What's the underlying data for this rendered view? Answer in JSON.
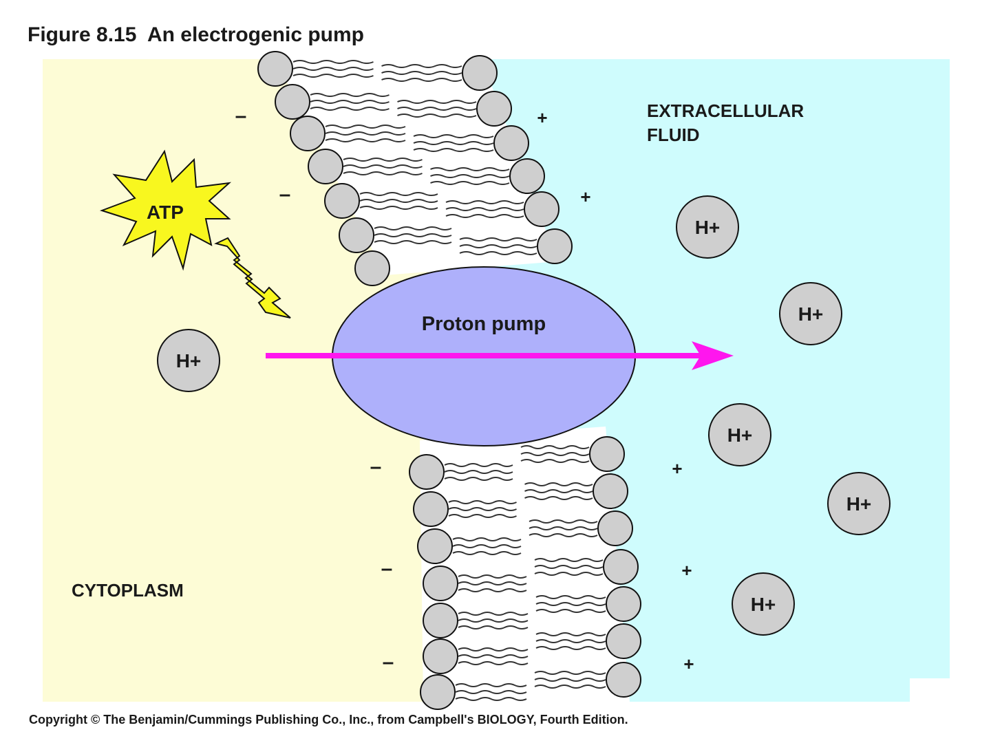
{
  "figure": {
    "title": "Figure 8.15  An electrogenic pump",
    "copyright": "Copyright © The Benjamin/Cummings Publishing Co., Inc., from Campbell's BIOLOGY, Fourth Edition."
  },
  "regions": {
    "extracellular_line1": "EXTRACELLULAR",
    "extracellular_line2": "FLUID",
    "cytoplasm": "CYTOPLASM"
  },
  "labels": {
    "atp": "ATP",
    "pump": "Proton pump",
    "proton": "H+",
    "minus": "–",
    "plus": "+"
  },
  "colors": {
    "cytoplasm": "#fdfcd6",
    "extracellular": "#cffcfd",
    "pump": "#aeb0fb",
    "arrow": "#ff16ee",
    "atp_burst": "#f8f71f",
    "phospholipid_head": "#cfcfcf"
  }
}
